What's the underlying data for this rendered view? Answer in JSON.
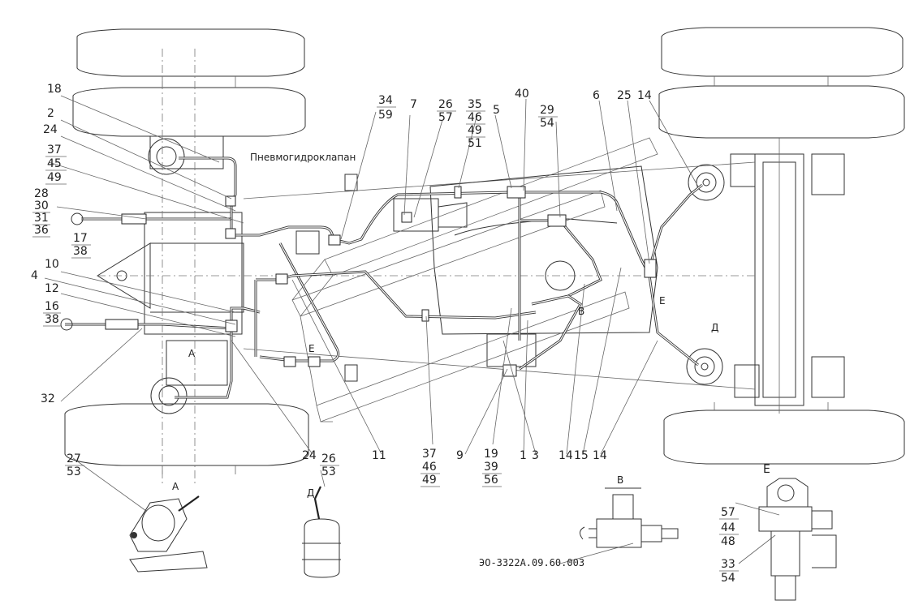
{
  "labels": {
    "valve_caption": "Пневмогидроклапан",
    "drawing_number": "ЭО-3322А.09.60.003",
    "view_a": "А",
    "view_d": "Д",
    "view_v": "В",
    "view_e": "Е"
  },
  "callouts": {
    "c18": "18",
    "c2": "2",
    "c24a": "24",
    "c37a": "37",
    "c45": "45",
    "c49a": "49",
    "c28": "28",
    "c30": "30",
    "c31": "31",
    "c36": "36",
    "c17": "17",
    "c38a": "38",
    "c10": "10",
    "c4": "4",
    "c12": "12",
    "c16": "16",
    "c38b": "38",
    "c32": "32",
    "c34": "34",
    "c59": "59",
    "c7": "7",
    "c26a": "26",
    "c57a": "57",
    "c35": "35",
    "c46a": "46",
    "c49b": "49",
    "c51": "51",
    "c5": "5",
    "c40": "40",
    "c29": "29",
    "c54a": "54",
    "c6": "6",
    "c25": "25",
    "c14a": "14",
    "c24b": "24",
    "c11": "11",
    "c37b": "37",
    "c46b": "46",
    "c49c": "49",
    "c9": "9",
    "c19": "19",
    "c39": "39",
    "c56": "56",
    "c1": "1",
    "c3": "3",
    "c14b": "14",
    "c15": "15",
    "c14c": "14",
    "c27": "27",
    "c53a": "53",
    "c26b": "26",
    "c53b": "53",
    "c57b": "57",
    "c44": "44",
    "c48": "48",
    "c33": "33",
    "c54b": "54"
  }
}
